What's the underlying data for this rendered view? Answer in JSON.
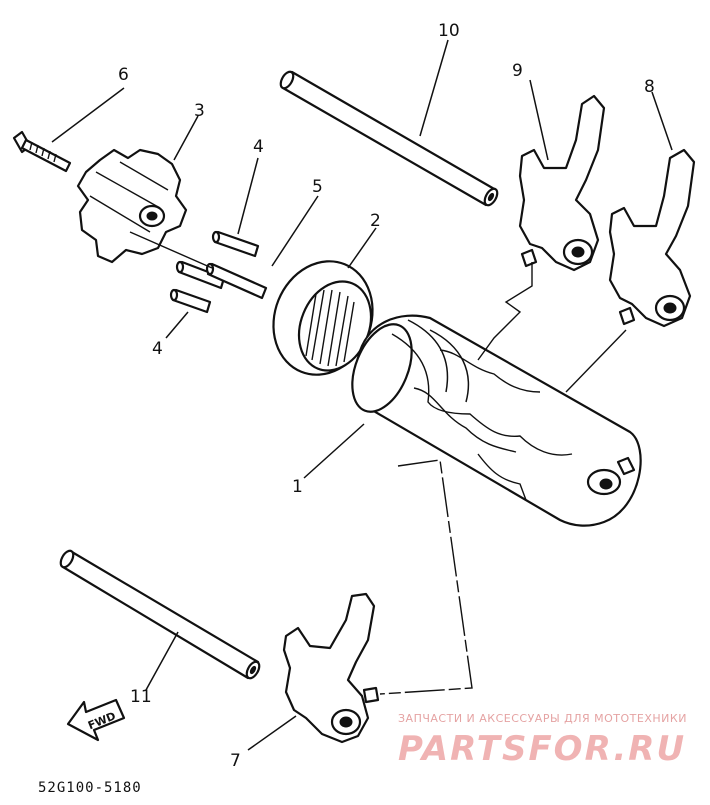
{
  "diagram": {
    "callouts": [
      {
        "id": "1",
        "text": "1"
      },
      {
        "id": "2",
        "text": "2"
      },
      {
        "id": "3",
        "text": "3"
      },
      {
        "id": "4a",
        "text": "4"
      },
      {
        "id": "4b",
        "text": "4"
      },
      {
        "id": "5",
        "text": "5"
      },
      {
        "id": "6",
        "text": "6"
      },
      {
        "id": "7",
        "text": "7"
      },
      {
        "id": "8",
        "text": "8"
      },
      {
        "id": "9",
        "text": "9"
      },
      {
        "id": "10",
        "text": "10"
      },
      {
        "id": "11",
        "text": "11"
      }
    ],
    "fwd_label": "FWD",
    "drawing_code": "52G100-5180"
  },
  "watermark": {
    "tagline": "ЗАПЧАСТИ И АКСЕССУАРЫ ДЛЯ МОТОТЕХНИКИ",
    "brand": "PARTSFOR.RU"
  }
}
